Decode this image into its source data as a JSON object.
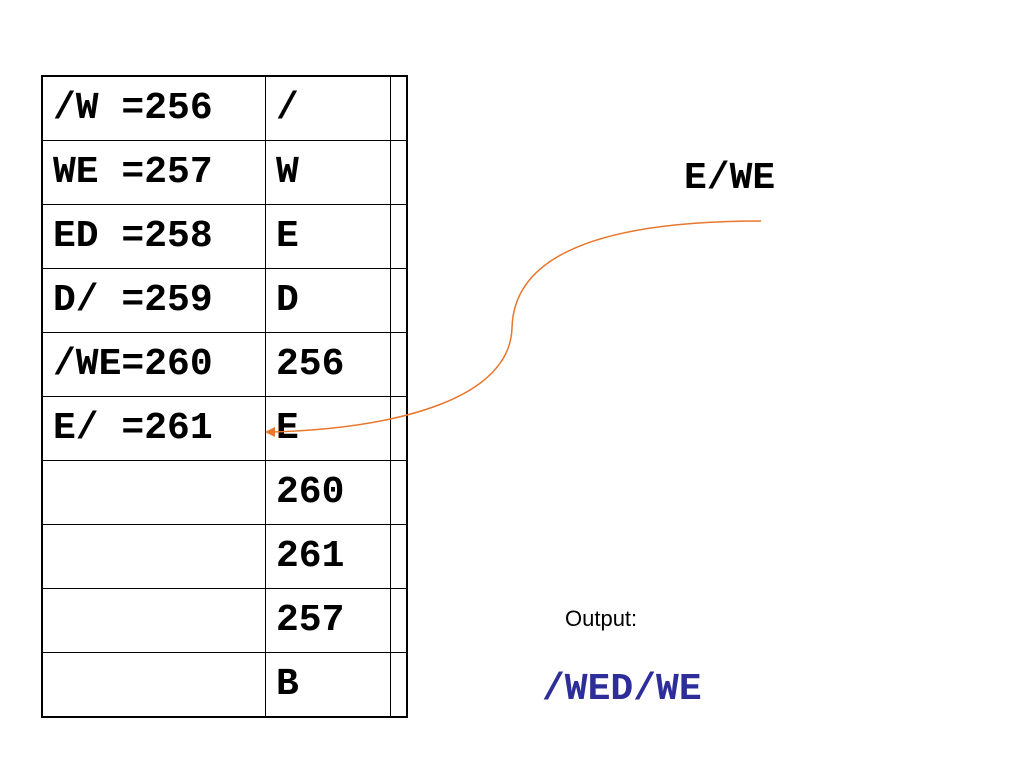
{
  "table": {
    "rows": [
      {
        "entry": "/W =256",
        "code": "/"
      },
      {
        "entry": "WE =257",
        "code": "W"
      },
      {
        "entry": "ED =258",
        "code": "E"
      },
      {
        "entry": "D/ =259",
        "code": "D"
      },
      {
        "entry": "/WE=260",
        "code": "256"
      },
      {
        "entry": "E/ =261",
        "code": "E"
      },
      {
        "entry": "",
        "code": "260"
      },
      {
        "entry": "",
        "code": "261"
      },
      {
        "entry": "",
        "code": "257"
      },
      {
        "entry": "",
        "code": "B"
      }
    ]
  },
  "input_text": "E/WE",
  "output_label": "Output:",
  "output_text": "/WED/WE",
  "colors": {
    "arrow": "#e8762c",
    "output": "#2e2e9a",
    "border": "#000000"
  }
}
